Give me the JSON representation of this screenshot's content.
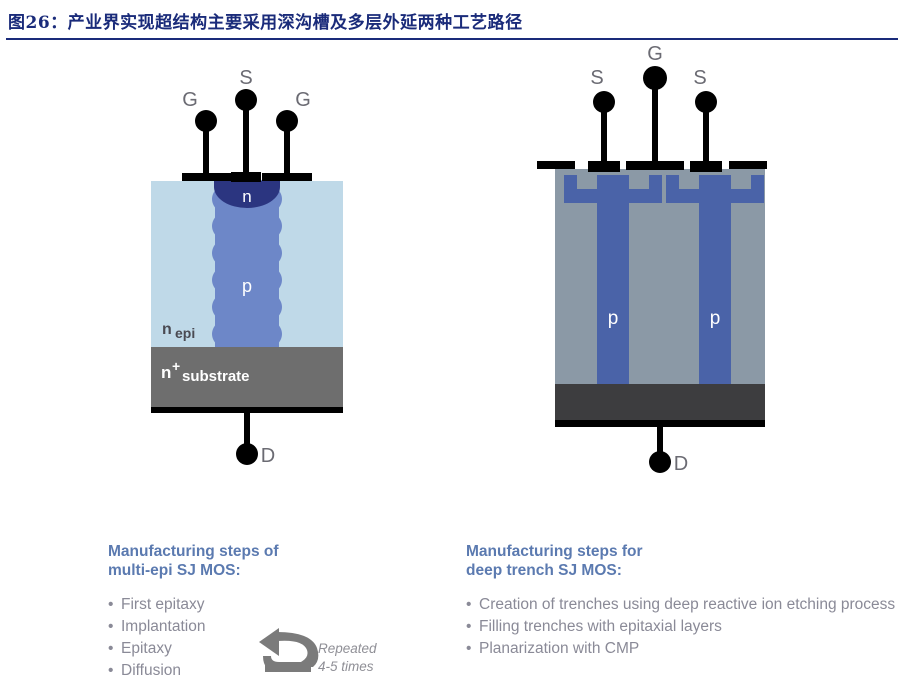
{
  "title": {
    "text": "图26：产业界实现超结构主要采用深沟槽及多层外延两种工艺路径",
    "color": "#1a2b7a"
  },
  "colors": {
    "title_navy": "#1a2b7a",
    "heading_blue": "#5b7ab0",
    "body_gray": "#8a8a97",
    "n_epi_light_blue": "#bfd9e8",
    "p_pillar_blue": "#6d87c8",
    "n_region_navy": "#2b3580",
    "substrate_gray": "#6e6e6e",
    "trench_body_gray": "#8b99a6",
    "trench_blue": "#4a63a8",
    "trench_substrate_dark": "#3d3d3f",
    "electrode_black": "#000000",
    "arrow_gray": "#7b7b7b"
  },
  "left_diagram": {
    "name": "multi-epi-sj-mos-cross-section",
    "terminals_top": [
      "G",
      "S",
      "G"
    ],
    "terminal_bottom": "D",
    "region_labels": {
      "n_channel": "n",
      "p_pillar": "p",
      "epi_main": "n",
      "epi_sub": "epi",
      "substrate_main": "n",
      "substrate_sup": "+",
      "substrate_sub": "substrate"
    }
  },
  "right_diagram": {
    "name": "deep-trench-sj-mos-cross-section",
    "terminals_top": [
      "S",
      "G",
      "S"
    ],
    "terminal_bottom": "D",
    "region_labels": {
      "p_trench_left": "p",
      "p_trench_right": "p"
    }
  },
  "left_column": {
    "heading_line1": "Manufacturing steps of",
    "heading_line2": "multi-epi SJ MOS:",
    "bullet_char": "•",
    "steps": [
      "First epitaxy",
      "Implantation",
      "Epitaxy",
      "Diffusion"
    ],
    "repeat_note_line1": "Repeated",
    "repeat_note_line2": "4-5 times"
  },
  "right_column": {
    "heading_line1": "Manufacturing steps for",
    "heading_line2": "deep trench SJ MOS:",
    "bullet_char": "•",
    "steps": [
      "Creation of trenches using deep reactive ion etching process",
      "Filling trenches with epitaxial layers",
      "Planarization with CMP"
    ]
  }
}
